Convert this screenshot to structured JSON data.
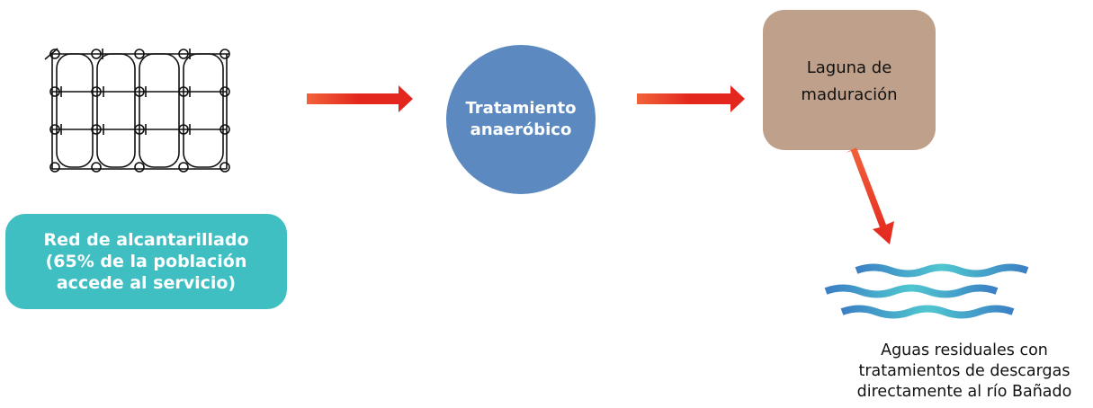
{
  "nodes": {
    "network": {
      "label": "Red de alcantarillado\n(65% de la población\naccede al servicio)"
    },
    "anaerobic": {
      "label": "Tratamiento\nanaeróbico"
    },
    "lagoon": {
      "label": "Laguna de\nmaduración"
    },
    "water": {
      "caption": "Aguas residuales con\ntratamientos de descargas\ndirectamente al río Bañado"
    }
  },
  "colors": {
    "network_box": "#3fbfc2",
    "anaerobic_circle": "#5b89c0",
    "lagoon_box": "#bfa08a",
    "arrow_red": "#e3261e",
    "wave_blue": "#3d86c6",
    "wave_cyan": "#4fc6cf"
  },
  "icons": [
    "sewer-grid-icon",
    "water-waves-icon"
  ]
}
